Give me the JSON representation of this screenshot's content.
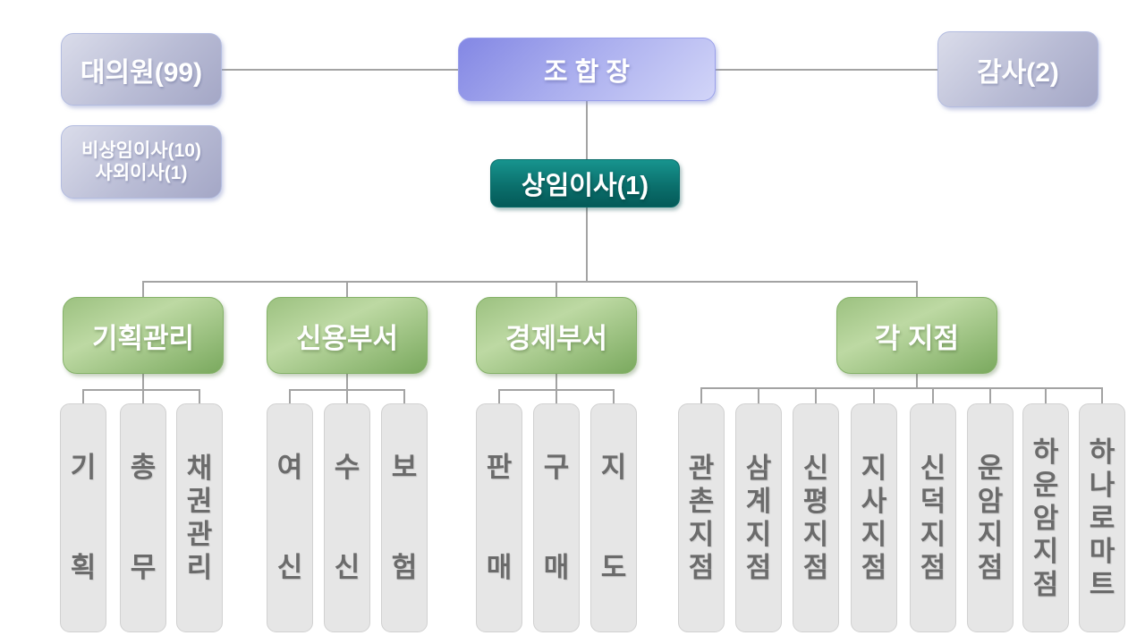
{
  "nodes": {
    "delegates": "대의원(99)",
    "chairman": "조 합 장",
    "auditors": "감사(2)",
    "non_executive": "비상임이사(10)\n사외이사(1)",
    "executive": "상임이사(1)"
  },
  "departments": [
    {
      "label": "기획관리",
      "children": [
        "기\n획",
        "총\n무",
        "채\n권\n관\n리"
      ]
    },
    {
      "label": "신용부서",
      "children": [
        "여\n신",
        "수\n신",
        "보\n험"
      ]
    },
    {
      "label": "경제부서",
      "children": [
        "판\n매",
        "구\n매",
        "지\n도"
      ]
    },
    {
      "label": "각 지점",
      "children": [
        "관\n촌\n지\n점",
        "삼\n계\n지\n점",
        "신\n평\n지\n점",
        "지\n사\n지\n점",
        "신\n덕\n지\n점",
        "운\n암\n지\n점",
        "하\n운\n암\n지\n점",
        "하\n나\n로\n마\n트"
      ]
    }
  ],
  "colors": {
    "lavender_top": "#dadcea",
    "lavender_bottom": "#a4a7c6",
    "chairman_top": "#8387e4",
    "chairman_bottom": "#d2d5f8",
    "teal_top": "#17948e",
    "teal_bottom": "#045a58",
    "green_light": "#bdd9a3",
    "green_dark": "#7aa95e",
    "child_fill": "#e6e6e6",
    "child_text": "#6b6b6b",
    "connector": "#a3a3a3",
    "background": "#ffffff"
  }
}
